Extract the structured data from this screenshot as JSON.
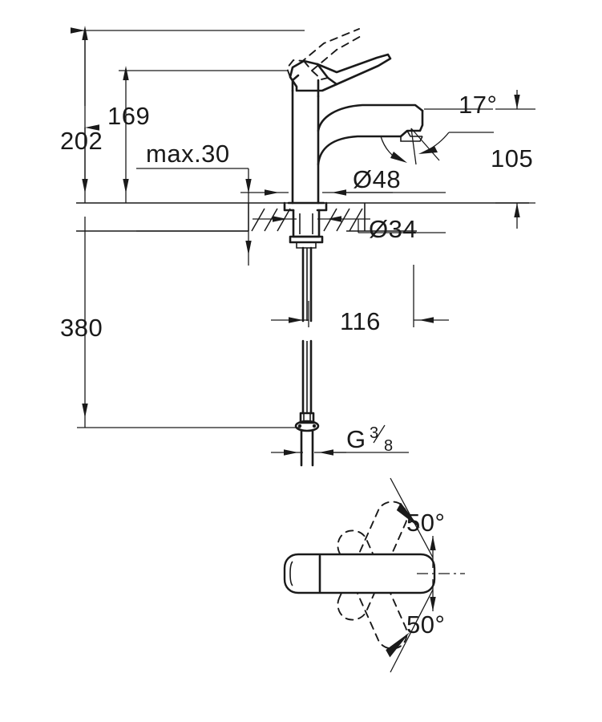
{
  "drawing": {
    "title": "Single-lever basin mixer dimensional drawing",
    "units": "mm",
    "line_color": "#1a1a1a",
    "background_color": "#ffffff"
  },
  "dimensions": {
    "total_height": "202",
    "spout_height": "169",
    "basin_thickness": "max.30",
    "base_diameter": "Ø48",
    "shank_diameter": "Ø34",
    "aerator_angle": "17°",
    "spout_reach_vertical": "105",
    "hose_length": "380",
    "spout_projection": "116",
    "thread_label": "G",
    "thread_numerator": "3",
    "thread_denominator": "8",
    "swivel_angle_upper": "50°",
    "swivel_angle_lower": "50°"
  },
  "views": {
    "elevation": "side elevation with section through basin deck",
    "plan": "top view showing spout swivel range"
  }
}
